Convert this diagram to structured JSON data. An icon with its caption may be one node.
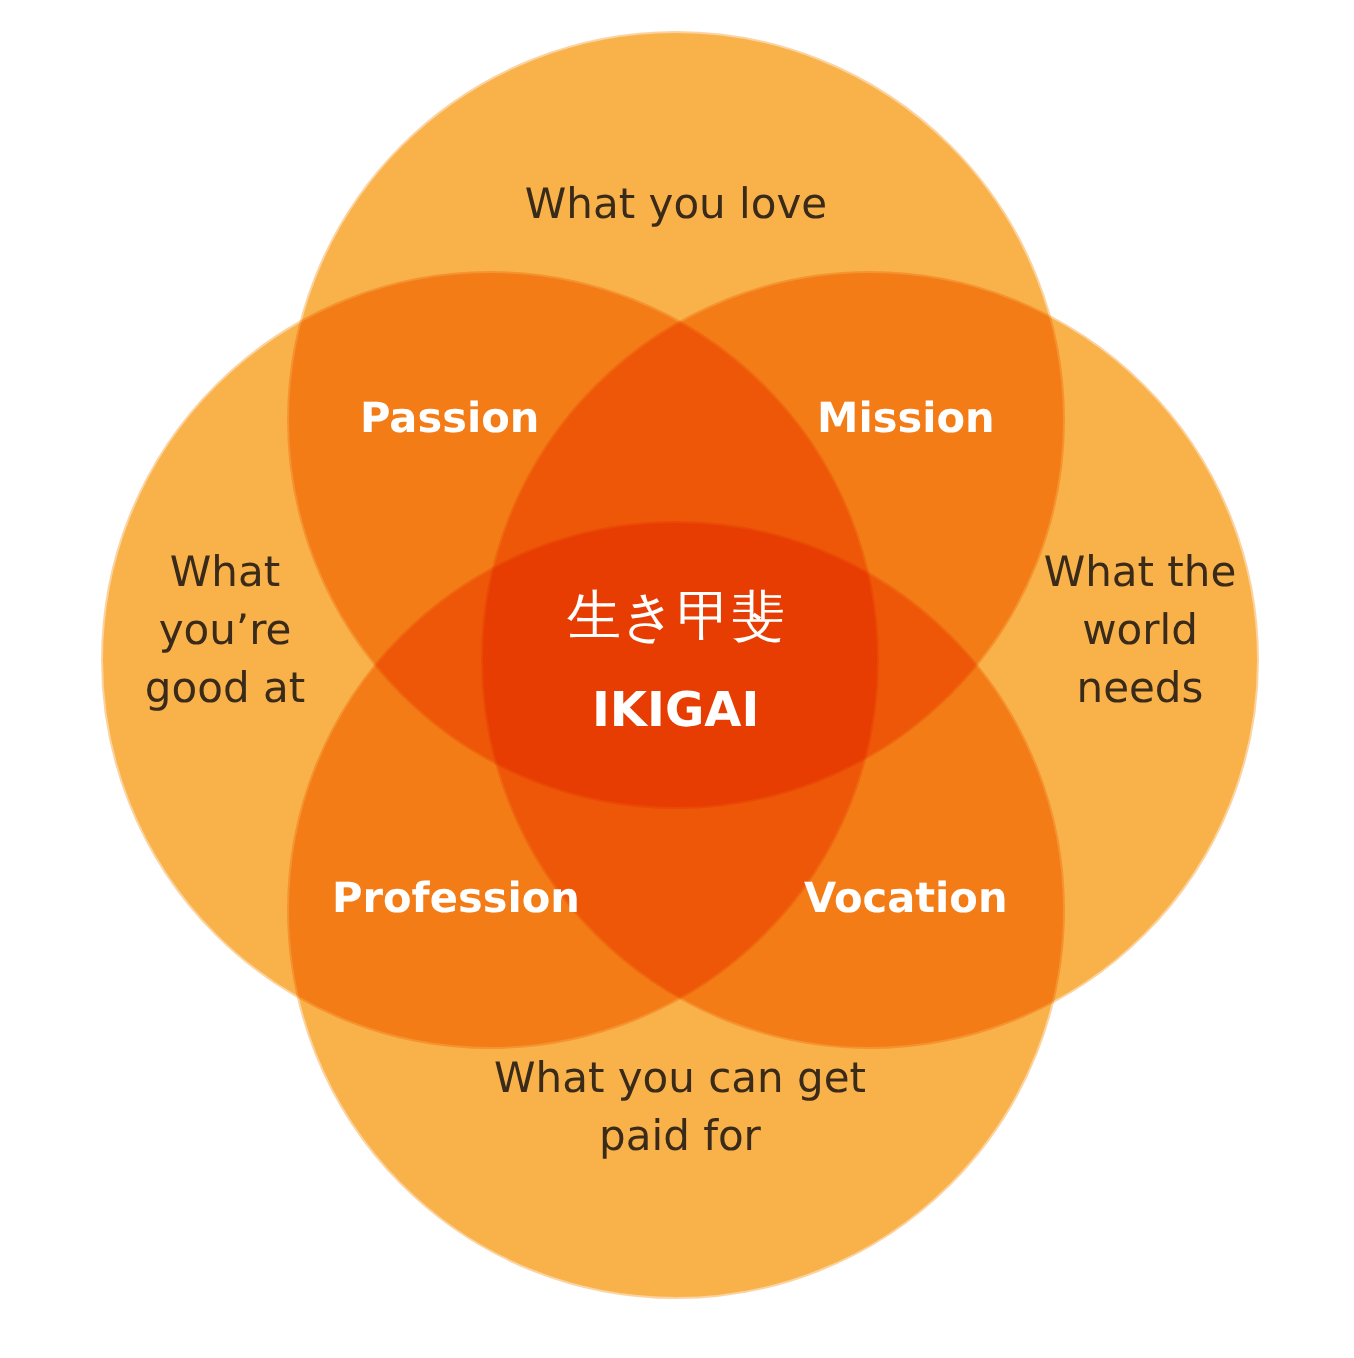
{
  "diagram": {
    "nodes": [
      {
        "text": [
          "What you love"
        ]
      },
      {
        "text": [
          "What you’re good at"
        ]
      },
      {
        "text": [
          "What the world needs"
        ]
      },
      {
        "text": [
          "What you can get paid for"
        ]
      }
    ],
    "edges": [],
    "labels": [
      "Passion",
      "Mission",
      "生き甲斐",
      "IKIGAI",
      "Profession",
      "Vocation"
    ]
  }
}
